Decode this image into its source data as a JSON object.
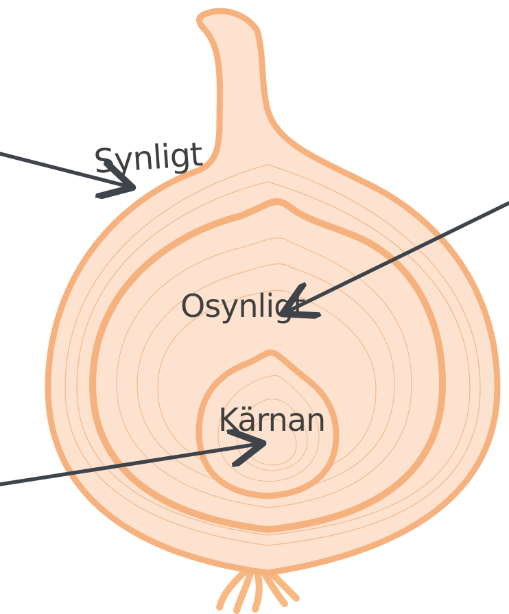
{
  "labels": {
    "outer": "Synligt",
    "middle": "Osynligt",
    "core": "Kärnan"
  },
  "colors": {
    "onion_fill": "#fde3cf",
    "onion_stroke": "#f6b27e",
    "ring_thin": "#efb58c",
    "arrow": "#3f434a",
    "text": "#3f3f3f"
  }
}
